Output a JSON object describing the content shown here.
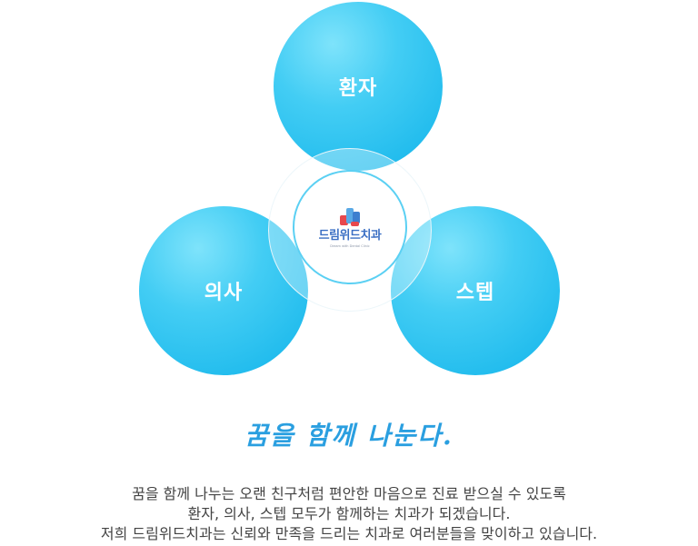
{
  "diagram": {
    "circles": {
      "top": "환자",
      "left": "의사",
      "right": "스텝"
    },
    "logo": {
      "name": "드림위드치과",
      "tagline": "Dream with Dental Clinic"
    }
  },
  "headline": "꿈을 함께 나눈다.",
  "body": {
    "lines": [
      "꿈을 함께 나누는 오랜 친구처럼 편안한 마음으로 진료 받으실 수 있도록",
      "환자, 의사, 스텝 모두가 함께하는 치과가 되겠습니다.",
      "저희 드림위드치과는 신뢰와 만족을 드리는 치과로 여러분들을 맞이하고 있습니다."
    ]
  },
  "colors": {
    "circle": "#12b4ea",
    "accent": "#2a9fe0",
    "text": "#444444"
  }
}
